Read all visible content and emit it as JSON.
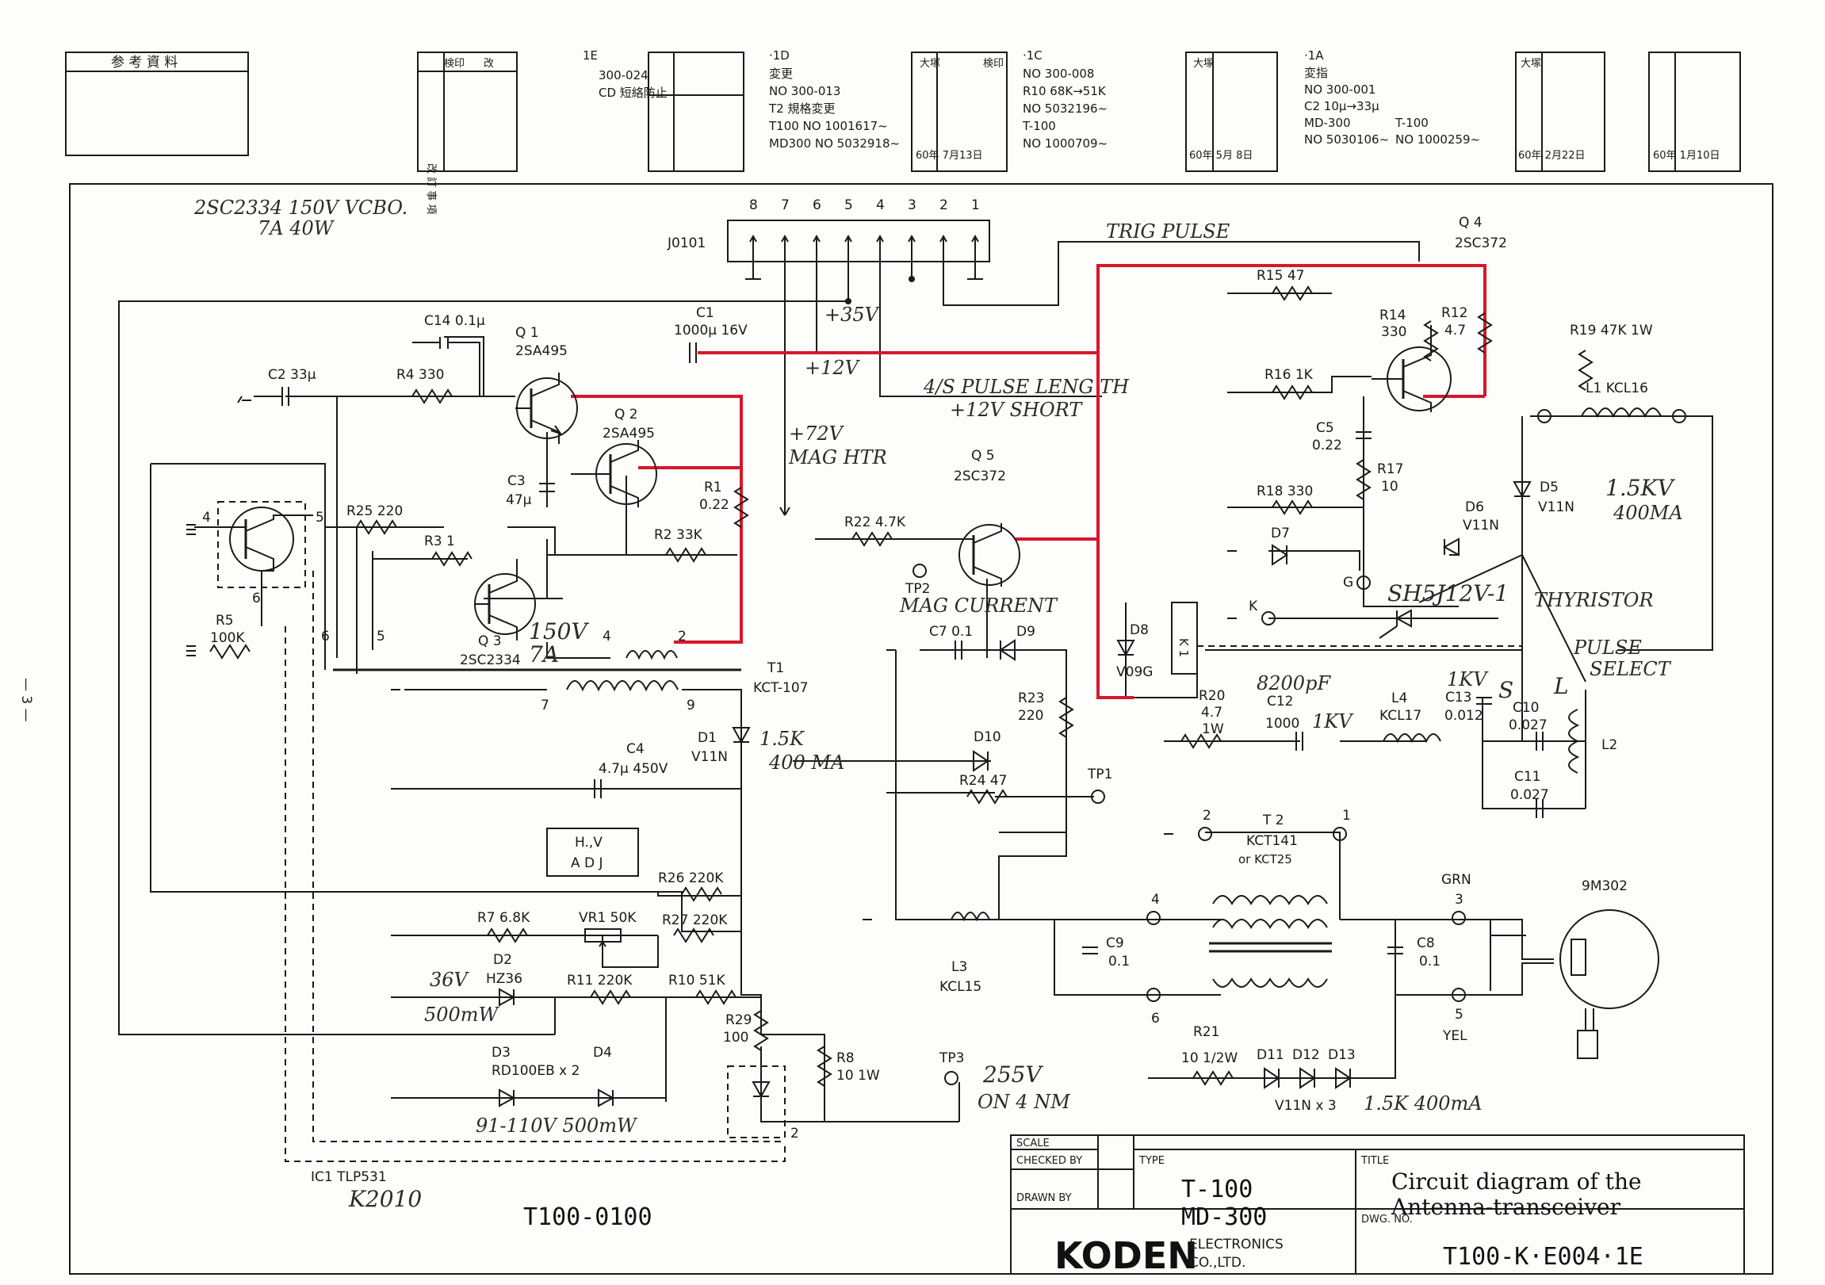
{
  "ref_box": {
    "title": "参 考 資 料"
  },
  "revisions": [
    {
      "tag": "·1E",
      "lines": [
        "1E",
        "300-024",
        "CD 短絡防止"
      ],
      "stamp_date": "",
      "rev_label": "改 訂 事 項"
    },
    {
      "tag": "·1D",
      "lines": [
        "·1D",
        "変更",
        "NO 300-013",
        "T2 規格変更",
        "T100 NO 1001617~",
        "MD300 NO 5032918~"
      ],
      "stamp_date": "60年 7月13日",
      "rev_label": "改 訂 事 項"
    },
    {
      "tag": "·1C",
      "lines": [
        "·1C",
        "NO 300-008",
        "R10 68K→51K",
        "NO 5032196~",
        "T-100",
        "NO 1000709~"
      ],
      "stamp_date": "60年 5月 8日",
      "rev_label": "改 訂 事 項"
    },
    {
      "tag": "·1A",
      "lines": [
        "·1A",
        "変指",
        "NO 300-001",
        "C2 10μ→33μ",
        "MD-300",
        "NO 5030106~",
        "T-100",
        "NO 1000259~"
      ],
      "stamp_date": "60年 2月22日",
      "rev_label": "改 訂 事 項"
    },
    {
      "tag": "",
      "lines": [],
      "stamp_date": "60年 1月10日",
      "rev_label": ""
    }
  ],
  "stamp_header": {
    "seal": "検印",
    "kai": "改",
    "tei": "訂",
    "month": "月",
    "day": "日",
    "year": "年",
    "okubo": "大塚"
  },
  "page_number": "— 3 —",
  "notes": {
    "q3_spec1": "2SC2334  150V VCBO.",
    "q3_spec2": "7A  40W",
    "v35": "+35V",
    "v12": "+12V",
    "v72a": "+72V",
    "v72b": "MAG HTR",
    "pulse1": "4/S PULSE LENG TH",
    "pulse2": "+12V SHORT",
    "trig": "TRIG PULSE",
    "q3_hand": "150V",
    "q3_hand2": "7A",
    "d1_hand1": "1.5K",
    "d1_hand2": "400 MA",
    "d5_hand1": "1.5KV",
    "d5_hand2": "400MA",
    "mag_current": "MAG CURRENT",
    "thyristor_part": "SH5J12V-1",
    "thyristor": "THYRISTOR",
    "pulse_select1": "PULSE",
    "pulse_select2": "SELECT",
    "c12_hand": "8200pF",
    "c12_hand2": "1KV",
    "c13_hand": "1KV",
    "c13_hand2": "S",
    "c13_hand3": "L",
    "d2_hand1": "36V",
    "d2_hand2": "500mW",
    "d3_hand": "91-110V 500mW",
    "tp3_hand1": "255V",
    "tp3_hand2": "ON 4 NM",
    "d11_hand": "1.5K 400mA",
    "ic1_hand": "K2010"
  },
  "connector": {
    "name": "J0101",
    "pins": [
      "8",
      "7",
      "6",
      "5",
      "4",
      "3",
      "2",
      "1"
    ]
  },
  "components": {
    "q1": {
      "ref": "Q 1",
      "part": "2SA495"
    },
    "q2": {
      "ref": "Q 2",
      "part": "2SA495"
    },
    "q3": {
      "ref": "Q 3",
      "part": "2SC2334"
    },
    "q4": {
      "ref": "Q 4",
      "part": "2SC372"
    },
    "q5": {
      "ref": "Q 5",
      "part": "2SC372"
    },
    "c14": "C14  0.1μ",
    "c1a": "C1",
    "c1b": "1000μ 16V",
    "c2": "C2 33μ",
    "r4": "R4  330",
    "c3a": "C3",
    "c3b": "47μ",
    "r1a": "R1",
    "r1b": "0.22",
    "r2": "R2  33K",
    "r25": "R25  220",
    "r3": "R3  1",
    "r5a": "R5",
    "r5b": "100K",
    "t1a": "T1",
    "t1b": "KCT-107",
    "d1a": "D1",
    "d1b": "V11N",
    "c4a": "C4",
    "c4b": "4.7μ  450V",
    "hv1": "H.,V",
    "hv2": "A D J",
    "r26": "R26  220K",
    "r7": "R7  6.8K",
    "vr1": "VR1  50K",
    "r27": "R27  220K",
    "d2a": "D2",
    "d2b": "HZ36",
    "r11": "R11  220K",
    "r10": "R10  51K",
    "r29a": "R29",
    "r29b": "100",
    "r8a": "R8",
    "r8b": "10  1W",
    "d3a": "D3",
    "d3b": "RD100EB  x 2",
    "d4": "D4",
    "ic1": "IC1  TLP531",
    "tp3": "TP3",
    "r22": "R22  4.7K",
    "tp2": "TP2",
    "c7": "C7  0.1",
    "d9": "D9",
    "r23a": "R23",
    "r23b": "220",
    "d10": "D10",
    "r24": "R24  47",
    "tp1": "TP1",
    "l3a": "L3",
    "l3b": "KCL15",
    "r15": "R15  47",
    "r14a": "R14",
    "r14b": "330",
    "r12a": "R12",
    "r12b": "4.7",
    "r16": "R16  1K",
    "c5a": "C5",
    "c5b": "0.22",
    "r17a": "R17",
    "r17b": "10",
    "r18": "R18  330",
    "d7": "D7",
    "g": "G",
    "k": "K",
    "d8a": "D8",
    "d8b": "V09G",
    "k1": "K 1",
    "r20a": "R20",
    "r20b": "4.7",
    "r20c": "1W",
    "c12a": "C12",
    "c12b": "1000",
    "l4a": "L4",
    "l4b": "KCL17",
    "c13a": "C13",
    "c13b": "0.012",
    "c10a": "C10",
    "c10b": "0.027",
    "c11a": "C11",
    "c11b": "0.027",
    "l2": "L2",
    "r19": "R19  47K  1W",
    "l1": "L1  KCL16",
    "d5a": "D5",
    "d5b": "V11N",
    "d6a": "D6",
    "d6b": "V11N",
    "t2a": "T 2",
    "t2b": "KCT141",
    "t2c": "or KCT25",
    "c9a": "C9",
    "c9b": "0.1",
    "c8a": "C8",
    "c8b": "0.1",
    "grn": "GRN",
    "yel": "YEL",
    "mag": "9M302",
    "r21a": "R21",
    "r21b": "10  1/2W",
    "d11": "D11",
    "d12": "D12",
    "d13": "D13",
    "d11x": "V11N x 3"
  },
  "pins": {
    "q_left_4": "4",
    "q_left_5": "5",
    "q_left_6": "6",
    "t1_6": "6",
    "t1_5": "5",
    "t1_4": "4",
    "t1_2": "2",
    "t1_7": "7",
    "t1_9": "9",
    "t2_2": "2",
    "t2_1": "1",
    "t2_4": "4",
    "t2_6": "6",
    "t2_3": "3",
    "t2_5": "5",
    "ic_2": "2"
  },
  "drawing_number": "T100-0100",
  "title_block": {
    "scale": "SCALE",
    "checked_by": "CHECKED BY",
    "drawn_by": "DRAWN BY",
    "type_label": "TYPE",
    "type_line1": "T-100",
    "type_line2": "MD-300",
    "title_label": "TITLE",
    "title_line1": "Circuit diagram of the",
    "title_line2": "Antenna-transceiver",
    "company_logo": "KODEN",
    "company_line1": "ELECTRONICS",
    "company_line2": "CO.,LTD.",
    "dwg_no_label": "DWG. NO.",
    "dwg_no": "T100-K·E004·1E"
  }
}
